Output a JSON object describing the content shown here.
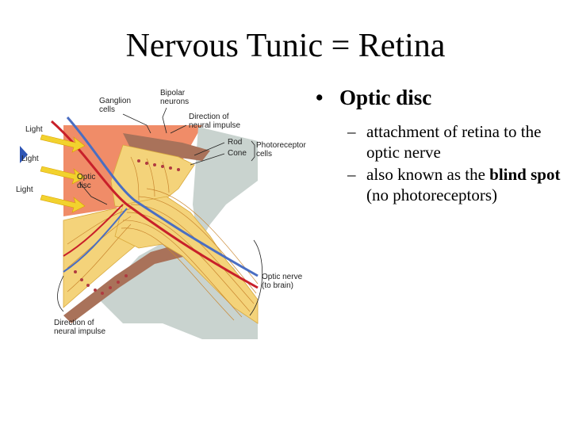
{
  "slide": {
    "title": "Nervous Tunic = Retina",
    "bullet": "Optic disc",
    "sub_bullets": {
      "first": "attachment of retina to the optic nerve",
      "second_pre": "also known as the ",
      "second_bold_1": "blind",
      "second_bold_2": "spot",
      "second_post": " (no photoreceptors)"
    }
  },
  "figure": {
    "labels": {
      "ganglion": "Ganglion\ncells",
      "bipolar": "Bipolar\nneurons",
      "direction_top": "Direction of\nneural impulse",
      "rod": "Rod",
      "cone": "Cone",
      "photoreceptor": "Photoreceptor\ncells",
      "light_1": "Light",
      "light_2": "Light",
      "light_3": "Light",
      "optic_disc": "Optic\ndisc",
      "optic_nerve": "Optic nerve\n(to brain)",
      "direction_bottom": "Direction of\nneural impulse"
    },
    "colors": {
      "background_salmon": "#f08c68",
      "nerve_fibers": "#f4d37a",
      "sheath_gray": "#c9d3cf",
      "light_arrow": "#f2d22e",
      "blue_arrow": "#2f56b5",
      "vessel_red": "#c8202a",
      "vessel_blue": "#4a6ec2"
    }
  }
}
